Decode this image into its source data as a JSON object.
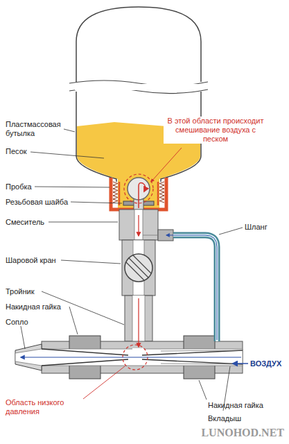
{
  "diagram": {
    "labels": [
      "Пластмассовая бутылка",
      "Песок",
      "В этой области происходит смешивание воздуха с песком",
      "Пробка",
      "Резьбовая шайба",
      "Шланг",
      "Смеситель",
      "Шаровой кран",
      "Тройник",
      "Накидная гайка",
      "Сопло",
      "ВОЗДУХ",
      "Область низкого давления",
      "Накидная гайка",
      "Вкладыш",
      "LUNOHOD.NET"
    ]
  }
}
